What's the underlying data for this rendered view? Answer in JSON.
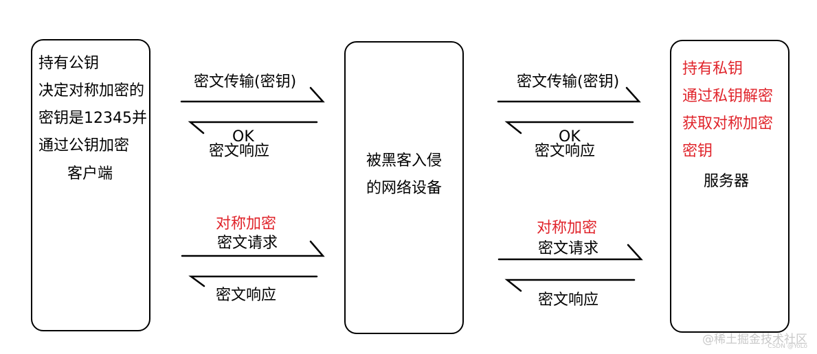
{
  "client": {
    "lines": [
      "持有公钥",
      "决定对称加密的",
      "密钥是12345并",
      "通过公钥加密"
    ],
    "label": "客户端"
  },
  "middle": {
    "lines": [
      "被黑客入侵",
      "的网络设备"
    ]
  },
  "server": {
    "lines": [
      "持有私钥",
      "通过私钥解密",
      "获取对称加密",
      "密钥"
    ],
    "label": "服务器"
  },
  "left_arrows": {
    "transfer_key": "密文传输(密钥)",
    "ok": "OK",
    "response_1": "密文响应",
    "symmetric": "对称加密",
    "request": "密文请求",
    "response_2": "密文响应"
  },
  "right_arrows": {
    "transfer_key": "密文传输(密钥)",
    "ok": "OK",
    "response_1": "密文响应",
    "symmetric": "对称加密",
    "request": "密文请求",
    "response_2": "密文响应"
  },
  "colors": {
    "highlight": "#e0242b",
    "stroke": "#000000"
  },
  "watermark": {
    "main": "@稀土掘金技术社区",
    "sub": "CSDN @YoLo"
  }
}
